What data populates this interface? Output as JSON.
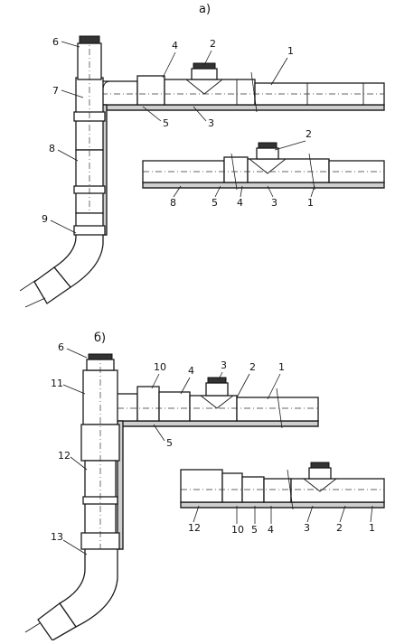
{
  "captions": {
    "a": "а)",
    "b": "б)"
  },
  "labels_a_main": {
    "n6": "6",
    "n7": "7",
    "n4": "4",
    "n2": "2",
    "n1": "1",
    "n5": "5",
    "n3": "3",
    "n8": "8",
    "n9": "9"
  },
  "labels_a_inset": {
    "n2": "2",
    "n8": "8",
    "n5": "5",
    "n4": "4",
    "n3": "3",
    "n1": "1"
  },
  "labels_b_main": {
    "n6": "6",
    "n10": "10",
    "n4": "4",
    "n3": "3",
    "n2": "2",
    "n1": "1",
    "n11": "11",
    "n5": "5",
    "n12": "12",
    "n13": "13"
  },
  "labels_b_inset": {
    "n12": "12",
    "n10": "10",
    "n5": "5",
    "n4": "4",
    "n3": "3",
    "n2": "2",
    "n1": "1"
  }
}
